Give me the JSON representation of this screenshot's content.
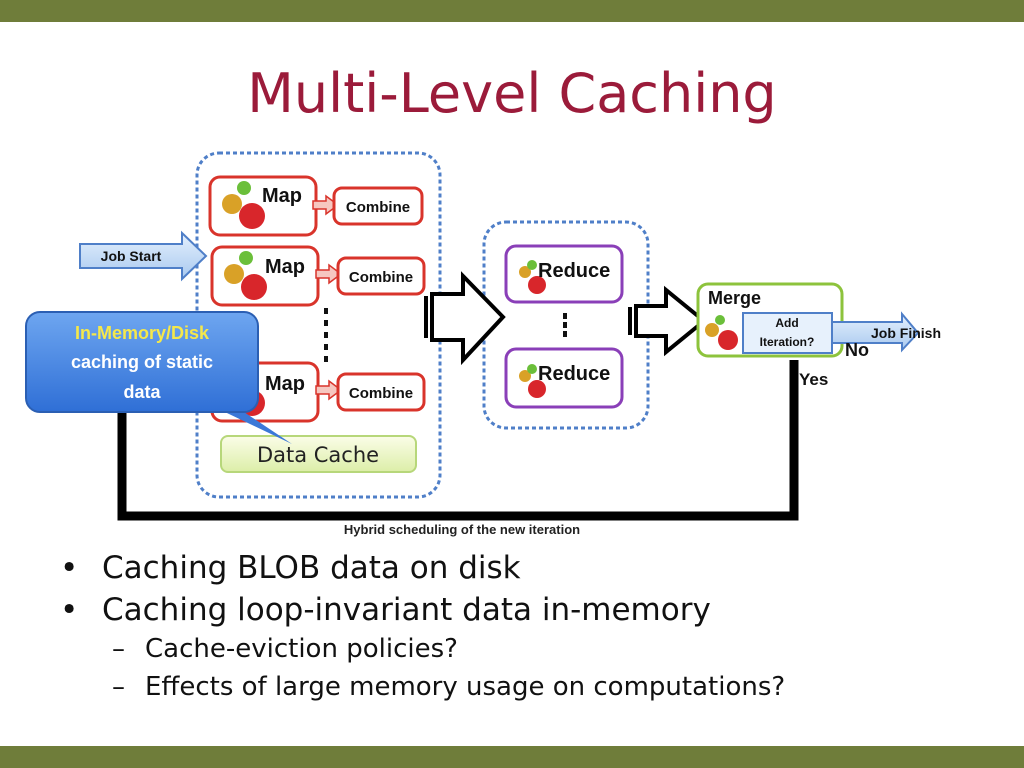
{
  "slide": {
    "title": "Multi-Level Caching",
    "band_color": "#6f7d3a",
    "title_color": "#9b1b3a"
  },
  "diagram": {
    "job_start": "Job Start",
    "map_label": "Map",
    "combine_label": "Combine",
    "reduce_label": "Reduce",
    "merge_label": "Merge",
    "add_iteration_line1": "Add",
    "add_iteration_line2": "Iteration?",
    "job_finish": "Job Finish",
    "no_label": "No",
    "yes_label": "Yes",
    "data_cache": "Data Cache",
    "hybrid_caption": "Hybrid scheduling of the new iteration",
    "callout_line1": "In-Memory/Disk",
    "callout_line2": "caching of static",
    "callout_line3": "data",
    "callout_color": "#4a86e0",
    "box_red": "#d9342b",
    "box_purple": "#8a3fb8",
    "box_green": "#8dc33c"
  },
  "bullets": [
    {
      "text": "Caching BLOB data on disk",
      "children": []
    },
    {
      "text": "Caching loop-invariant data in-memory",
      "children": [
        "Cache-eviction policies?",
        "Effects of large memory usage on computations?"
      ]
    }
  ]
}
